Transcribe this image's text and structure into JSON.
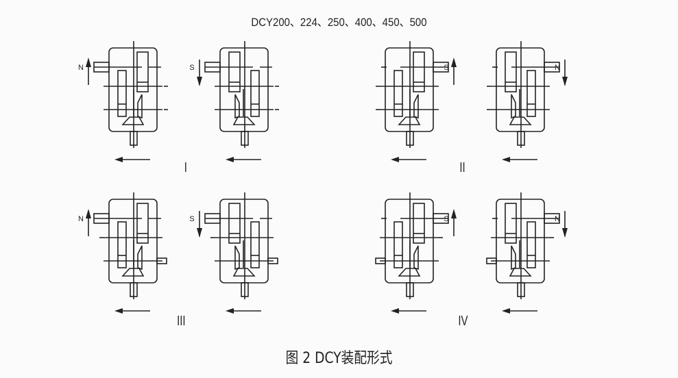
{
  "title": "DCY200、224、250、400、450、500",
  "caption": "图 2 DCY装配形式",
  "groups": [
    {
      "label": "I",
      "units": [
        {
          "rotation_label": "N",
          "rotation_arrow": "up"
        },
        {
          "rotation_label": "S",
          "rotation_arrow": "down"
        }
      ]
    },
    {
      "label": "II",
      "units": [
        {
          "rotation_label": "S",
          "rotation_arrow": "up"
        },
        {
          "rotation_label": "N",
          "rotation_arrow": "down"
        }
      ]
    },
    {
      "label": "III",
      "units": [
        {
          "rotation_label": "N",
          "rotation_arrow": "up"
        },
        {
          "rotation_label": "S",
          "rotation_arrow": "down"
        }
      ]
    },
    {
      "label": "IV",
      "units": [
        {
          "rotation_label": "S",
          "rotation_arrow": "up"
        },
        {
          "rotation_label": "N",
          "rotation_arrow": "down"
        }
      ]
    }
  ],
  "line_color": "#222222"
}
